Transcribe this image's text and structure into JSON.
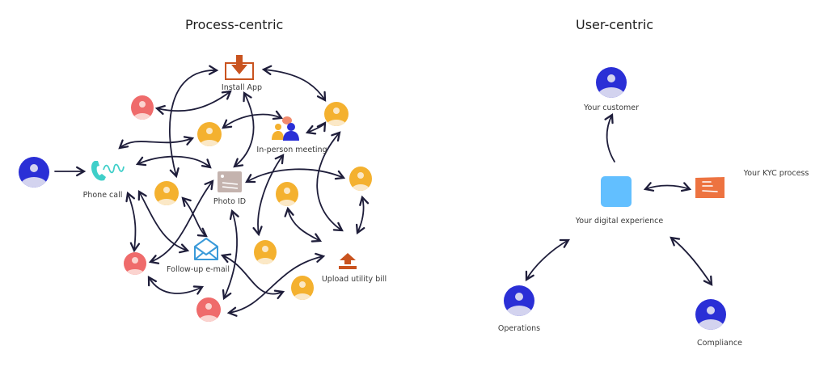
{
  "panels": {
    "process": {
      "title": "Process-centric",
      "labels": {
        "install_app": "Install App",
        "in_person_meeting": "In-person meeting",
        "phone_call": "Phone call",
        "photo_id": "Photo ID",
        "follow_up_email": "Follow-up e-mail",
        "upload_utility_bill": "Upload utility bill"
      }
    },
    "user": {
      "title": "User-centric",
      "labels": {
        "your_customer": "Your customer",
        "your_kyc_process": "Your KYC process",
        "your_digital_experience": "Your digital experience",
        "operations": "Operations",
        "compliance": "Compliance"
      }
    }
  },
  "colors": {
    "customer_blue": "#2a2fd6",
    "avatar_light": "#d3d3ef",
    "person_red": "#ef6b6b",
    "person_red_light": "#fbd3cf",
    "person_yellow": "#f4b12f",
    "person_yellow_light": "#fbe8c6",
    "teal": "#3fcfc9",
    "rust": "#c9531f",
    "photo_id_gray": "#c4b3ae",
    "email_blue": "#3a9ad9",
    "digital_blue": "#62bfff",
    "kyc_orange": "#ed7340",
    "arrow": "#1e1d3a"
  }
}
